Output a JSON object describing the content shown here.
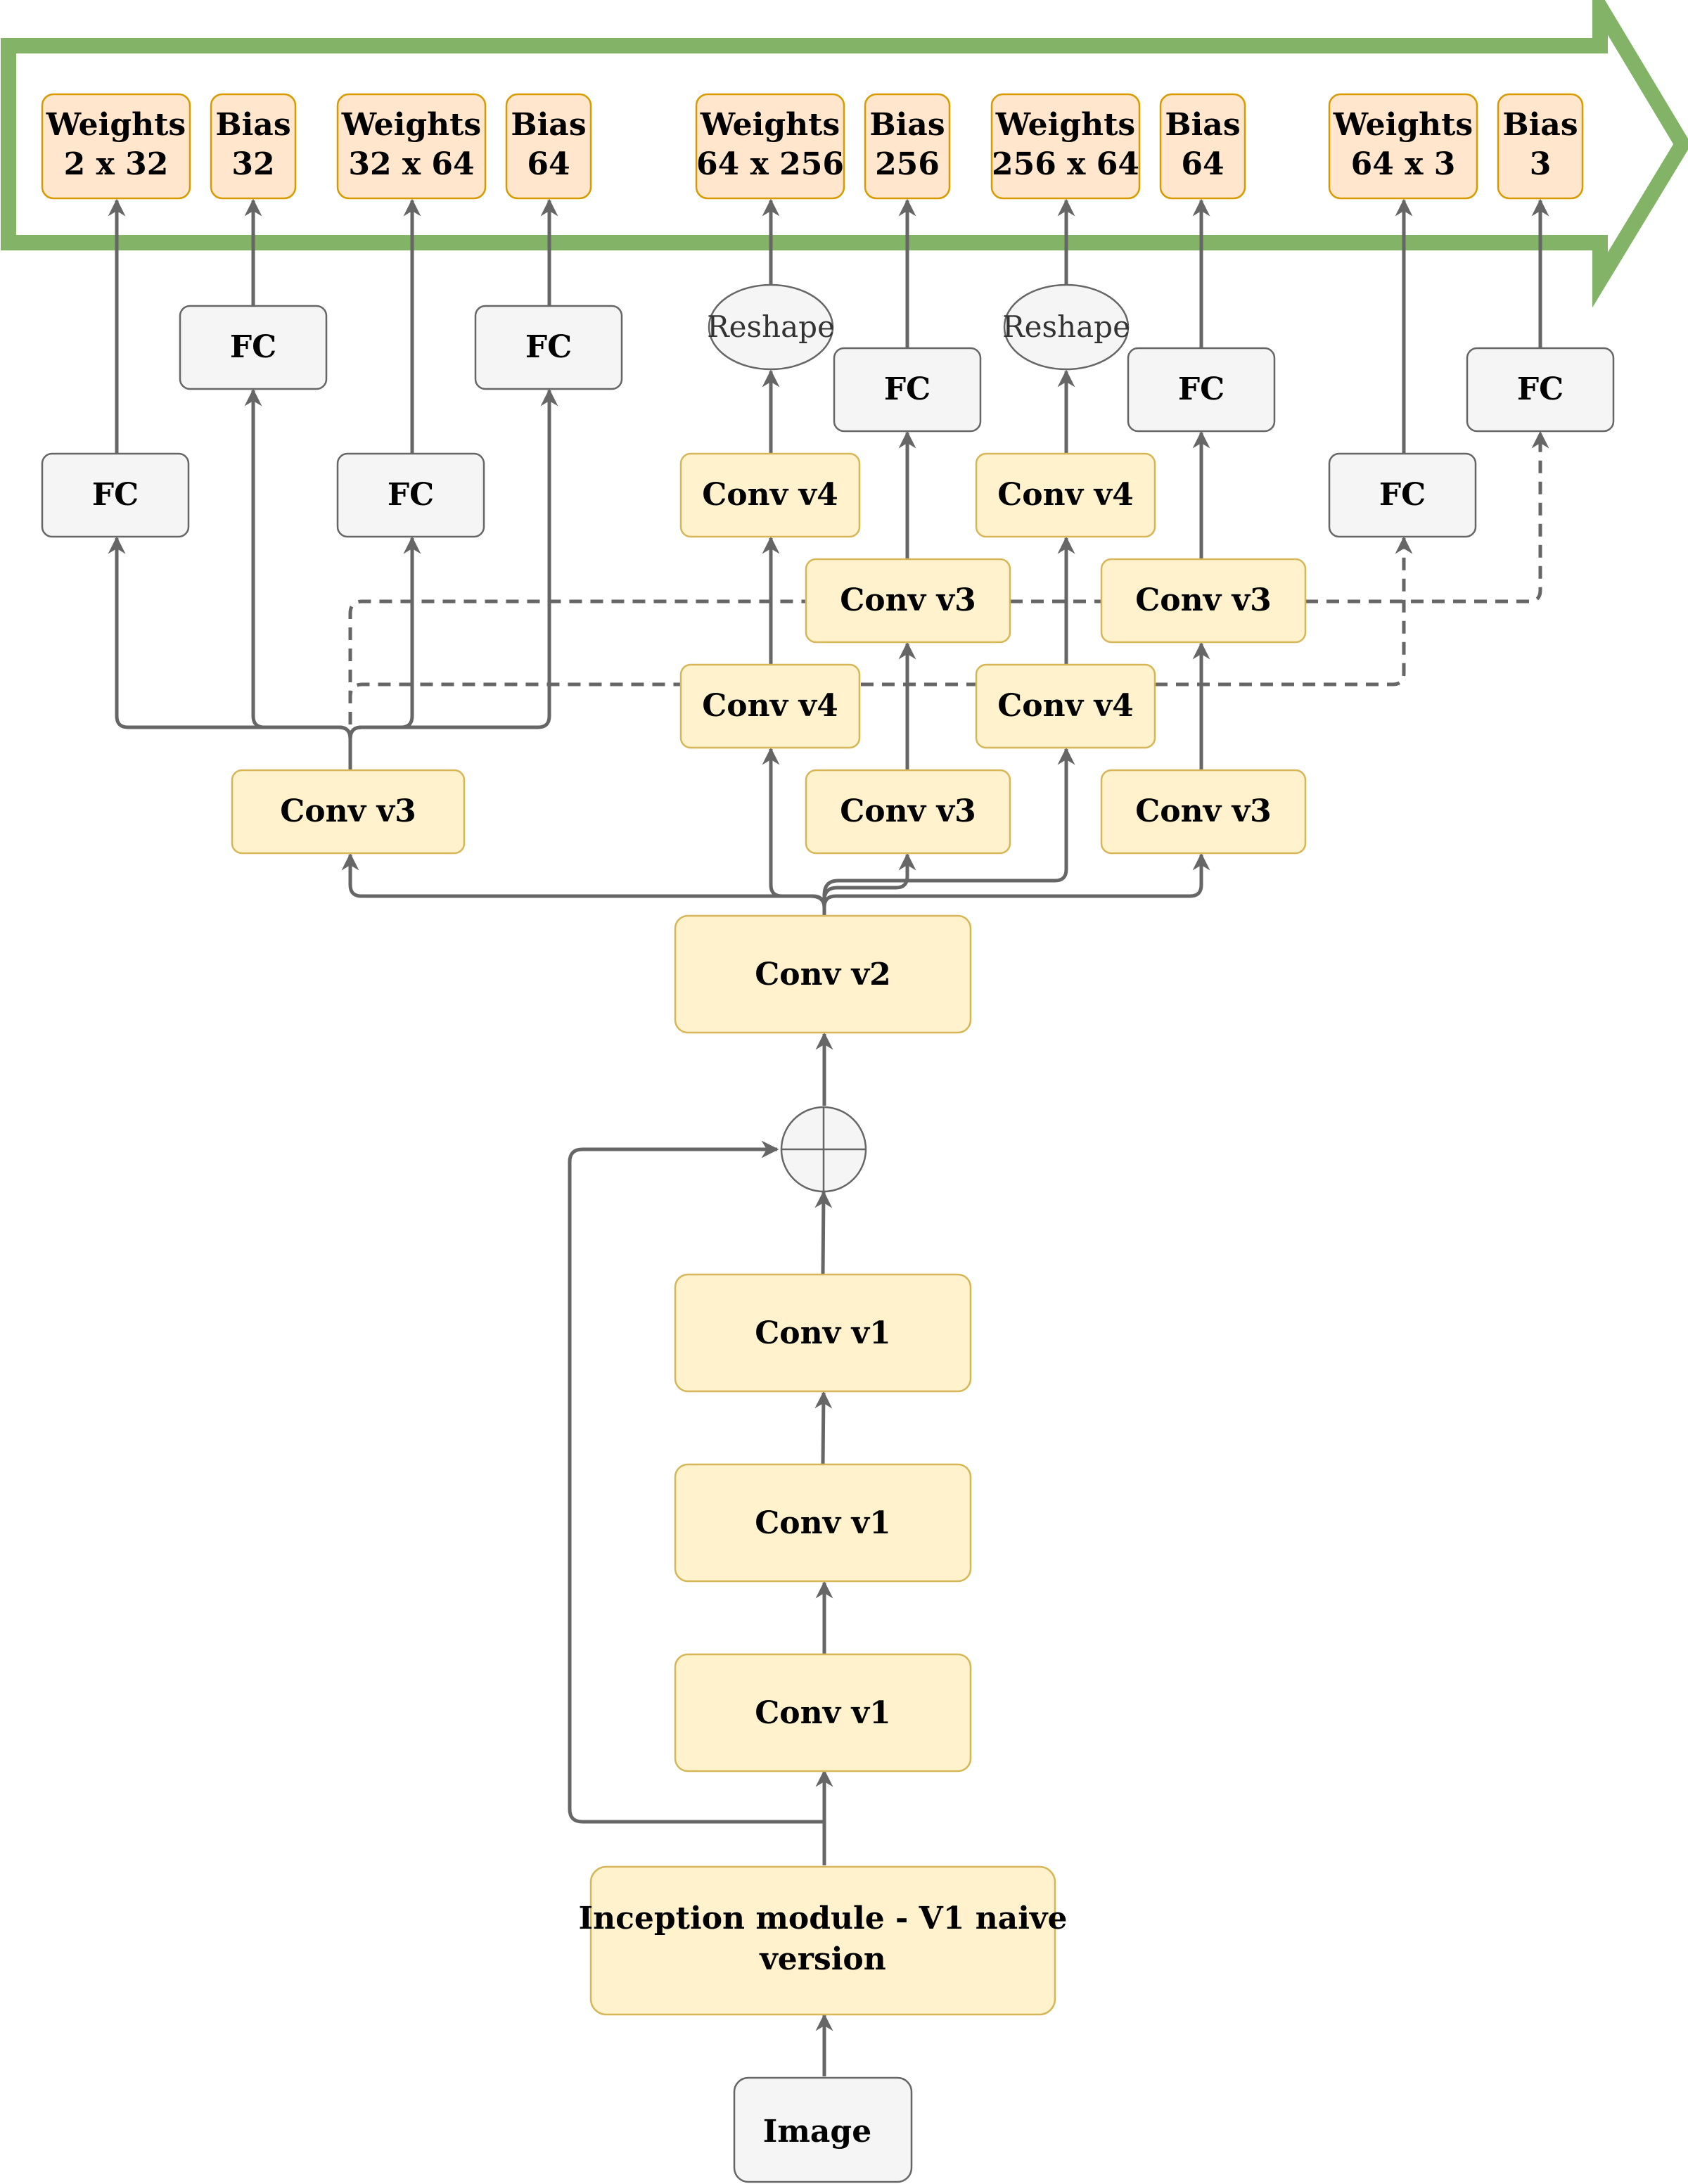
{
  "colors": {
    "banner_stroke": "#82b366",
    "output_fill": "#ffe6cc",
    "output_stroke": "#d79b00",
    "conv_fill": "#fff2cc",
    "conv_stroke": "#d6b656",
    "fc_fill": "#f5f5f5",
    "fc_stroke": "#666666",
    "edge": "#666666"
  },
  "outputs": [
    {
      "line1": "Weights",
      "line2": "2 x 32"
    },
    {
      "line1": "Bias",
      "line2": "32"
    },
    {
      "line1": "Weights",
      "line2": "32 x 64"
    },
    {
      "line1": "Bias",
      "line2": "64"
    },
    {
      "line1": "Weights",
      "line2": "64 x 256"
    },
    {
      "line1": "Bias",
      "line2": "256"
    },
    {
      "line1": "Weights",
      "line2": "256 x 64"
    },
    {
      "line1": "Bias",
      "line2": "64"
    },
    {
      "line1": "Weights",
      "line2": "64 x 3"
    },
    {
      "line1": "Bias",
      "line2": "3"
    }
  ],
  "fc_label": "FC",
  "reshape_label": "Reshape",
  "conv_v4_label": "Conv v4",
  "conv_v3_label": "Conv v3",
  "conv_v2_label": "Conv v2",
  "conv_v1_label": "Conv v1",
  "inception": {
    "line1": "Inception module - V1 naive",
    "line2": "version"
  },
  "image_label": "Image"
}
